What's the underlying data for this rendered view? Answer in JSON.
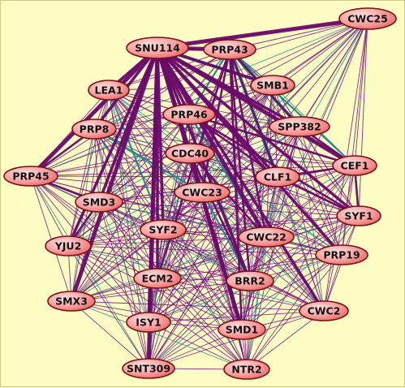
{
  "network": {
    "nodes": [
      {
        "id": "SNU114",
        "label": "SNU114"
      },
      {
        "id": "CWC25",
        "label": "CWC25"
      },
      {
        "id": "PRP43",
        "label": "PRP43"
      },
      {
        "id": "LEA1",
        "label": "LEA1"
      },
      {
        "id": "SMB1",
        "label": "SMB1"
      },
      {
        "id": "PRP46",
        "label": "PRP46"
      },
      {
        "id": "PRP8",
        "label": "PRP8"
      },
      {
        "id": "SPP382",
        "label": "SPP382"
      },
      {
        "id": "CDC40",
        "label": "CDC40"
      },
      {
        "id": "CEF1",
        "label": "CEF1"
      },
      {
        "id": "PRP45",
        "label": "PRP45"
      },
      {
        "id": "CLF1",
        "label": "CLF1"
      },
      {
        "id": "CWC23",
        "label": "CWC23"
      },
      {
        "id": "SMD3",
        "label": "SMD3"
      },
      {
        "id": "SYF1",
        "label": "SYF1"
      },
      {
        "id": "SYF2",
        "label": "SYF2"
      },
      {
        "id": "CWC22",
        "label": "CWC22"
      },
      {
        "id": "YJU2",
        "label": "YJU2"
      },
      {
        "id": "PRP19",
        "label": "PRP19"
      },
      {
        "id": "ECM2",
        "label": "ECM2"
      },
      {
        "id": "BRR2",
        "label": "BRR2"
      },
      {
        "id": "SMX3",
        "label": "SMX3"
      },
      {
        "id": "CWC2",
        "label": "CWC2"
      },
      {
        "id": "ISY1",
        "label": "ISY1"
      },
      {
        "id": "SMD1",
        "label": "SMD1"
      },
      {
        "id": "SNT309",
        "label": "SNT309"
      },
      {
        "id": "NTR2",
        "label": "NTR2"
      }
    ],
    "strong_edges": [
      [
        "SNU114",
        "PRP43"
      ],
      [
        "SNU114",
        "LEA1"
      ],
      [
        "SNU114",
        "PRP8"
      ],
      [
        "SNU114",
        "PRP45"
      ],
      [
        "SNU114",
        "SMD3"
      ],
      [
        "SNU114",
        "YJU2"
      ],
      [
        "SNU114",
        "SMX3"
      ],
      [
        "SNU114",
        "ECM2"
      ],
      [
        "SNU114",
        "ISY1"
      ],
      [
        "SNU114",
        "SNT309"
      ],
      [
        "SNU114",
        "SYF2"
      ],
      [
        "SNU114",
        "BRR2"
      ],
      [
        "SNU114",
        "SMD1"
      ],
      [
        "SNU114",
        "CWC2"
      ],
      [
        "SNU114",
        "PRP19"
      ],
      [
        "SNU114",
        "CWC22"
      ],
      [
        "SNU114",
        "CLF1"
      ],
      [
        "SNU114",
        "SYF1"
      ],
      [
        "SNU114",
        "CEF1"
      ],
      [
        "SNU114",
        "SPP382"
      ],
      [
        "SNU114",
        "SMB1"
      ],
      [
        "SNU114",
        "CWC25"
      ],
      [
        "SNU114",
        "CWC23"
      ],
      [
        "SNU114",
        "PRP46"
      ],
      [
        "SNU114",
        "CDC40"
      ],
      [
        "PRP43",
        "SPP382"
      ],
      [
        "PRP43",
        "BRR2"
      ],
      [
        "PRP43",
        "SMD1"
      ],
      [
        "PRP43",
        "CWC23"
      ],
      [
        "PRP43",
        "ECM2"
      ],
      [
        "PRP43",
        "CLF1"
      ],
      [
        "PRP43",
        "CWC22"
      ],
      [
        "PRP46",
        "CLF1"
      ],
      [
        "PRP46",
        "SYF1"
      ],
      [
        "PRP46",
        "CEF1"
      ],
      [
        "CDC40",
        "CWC22"
      ],
      [
        "CDC40",
        "BRR2"
      ],
      [
        "CLF1",
        "SYF1"
      ],
      [
        "CLF1",
        "CEF1"
      ],
      [
        "SYF1",
        "CEF1"
      ],
      [
        "SPP382",
        "CEF1"
      ],
      [
        "PRP45",
        "SMD3"
      ],
      [
        "PRP45",
        "PRP8"
      ],
      [
        "SMD3",
        "YJU2"
      ],
      [
        "CWC23",
        "SMD1"
      ]
    ],
    "teal_edges": [
      [
        "SNU114",
        "CWC23"
      ],
      [
        "SNU114",
        "SMB1"
      ],
      [
        "PRP43",
        "SPP382"
      ],
      [
        "PRP43",
        "CLF1"
      ],
      [
        "SNU114",
        "BRR2"
      ],
      [
        "PRP43",
        "PRP46"
      ],
      [
        "SNU114",
        "CDC40"
      ],
      [
        "PRP43",
        "CEF1"
      ],
      [
        "CWC23",
        "BRR2"
      ],
      [
        "LEA1",
        "SYF2"
      ],
      [
        "PRP8",
        "CWC23"
      ],
      [
        "CDC40",
        "SMD1"
      ],
      [
        "PRP46",
        "CWC22"
      ]
    ],
    "colors": {
      "edge_purple": "#7a0d7a",
      "edge_strong": "#6a0a6a",
      "edge_teal": "#1a8a8a",
      "node_fill_light": "#ffd3d3",
      "node_fill_dark": "#f07070",
      "node_stroke": "#7a1010",
      "background": "#fdfdc4"
    }
  }
}
